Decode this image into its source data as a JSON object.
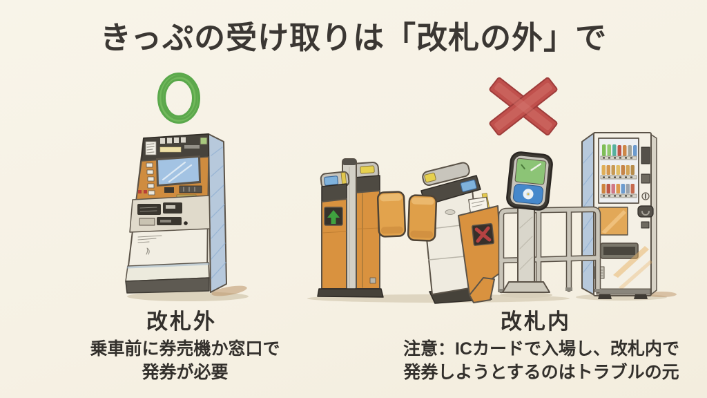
{
  "slide": {
    "title": "きっぷの受け取りは「改札の外」で",
    "colors": {
      "background": "#f6f1e4",
      "text": "#33302c",
      "ok_green": "#5aa84b",
      "ng_red": "#c0504c",
      "machine_orange": "#d9923f"
    }
  },
  "left": {
    "verdict": "ok",
    "verdict_icon": "ok-circle-icon",
    "illustration": "ticket-vending-machine",
    "label": "改札外",
    "description": [
      "乗車前に券売機か窓口で",
      "発券が必要"
    ]
  },
  "right": {
    "verdict": "ng",
    "verdict_icon": "ng-cross-icon",
    "illustration": "ticket-gates-ic-card-reader-vending-machine",
    "label": "改札内",
    "description": [
      "注意：ICカードで入場し、改札内で",
      "発券しようとするのはトラブルの元"
    ]
  }
}
